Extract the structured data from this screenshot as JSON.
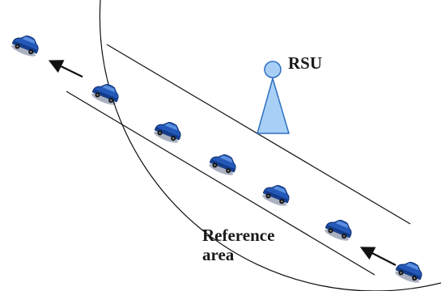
{
  "rsu": {
    "label": "RSU"
  },
  "reference_area": {
    "line1": "Reference",
    "line2": "area"
  },
  "colors": {
    "rsu_fill": "#a8cff5",
    "rsu_stroke": "#2f6fc2",
    "car_body": "#2458b8",
    "car_dark": "#133a85",
    "car_light": "#5b8fe0",
    "line": "#111111"
  },
  "icons": [
    "car-icon",
    "rsu-antenna-icon",
    "arrow-icon"
  ]
}
